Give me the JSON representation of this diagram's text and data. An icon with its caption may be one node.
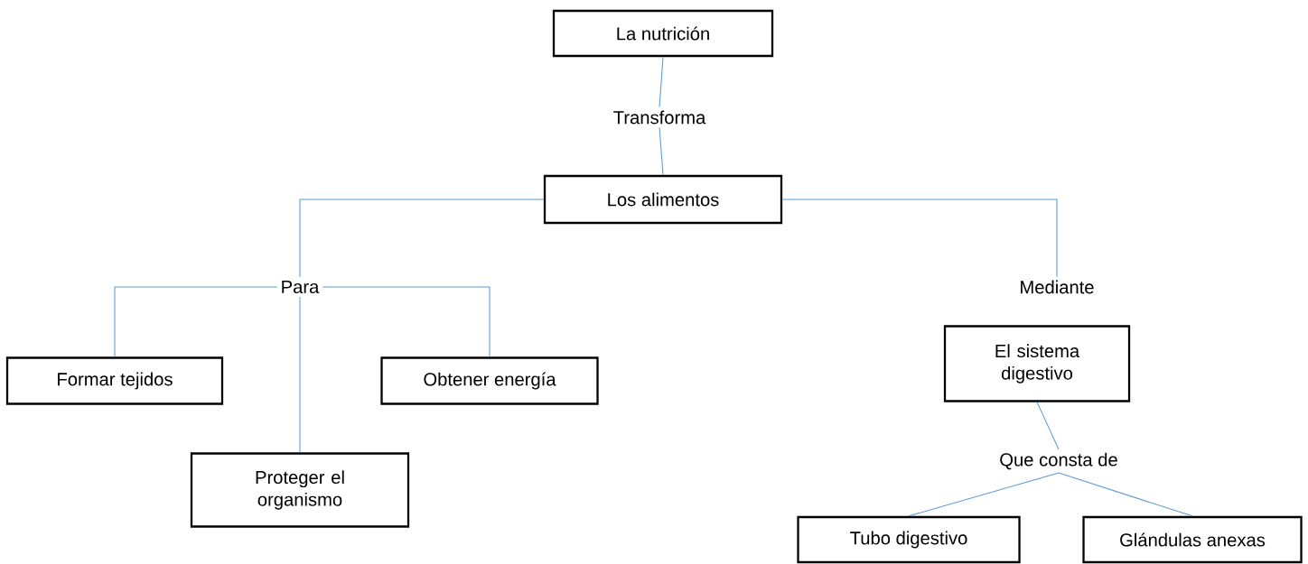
{
  "diagram": {
    "nodes": [
      {
        "text": [
          "La nutrición"
        ]
      },
      {
        "text": [
          "Transforma"
        ]
      },
      {
        "text": [
          "Los alimentos"
        ]
      },
      {
        "text": [
          "Para"
        ]
      },
      {
        "text": [
          "Mediante"
        ]
      },
      {
        "text": [
          "Formar tejidos"
        ]
      },
      {
        "text": [
          "Obtener energía"
        ]
      },
      {
        "text": [
          "El sistema digestivo"
        ]
      },
      {
        "text": [
          "Proteger el organismo"
        ]
      },
      {
        "text": [
          "Que consta de"
        ]
      },
      {
        "text": [
          "Tubo digestivo"
        ]
      },
      {
        "text": [
          "Glándulas anexas"
        ]
      }
    ],
    "edges": [
      {
        "from": 0,
        "to": 1,
        "arrow": "none"
      },
      {
        "from": 1,
        "to": 2,
        "arrow": "none"
      },
      {
        "from": 2,
        "to": 3,
        "arrow": "none"
      },
      {
        "from": 3,
        "to": 5,
        "arrow": "none"
      },
      {
        "from": 3,
        "to": 8,
        "arrow": "none"
      },
      {
        "from": 3,
        "to": 6,
        "arrow": "none"
      },
      {
        "from": 2,
        "to": 4,
        "arrow": "none"
      },
      {
        "from": 7,
        "to": 9,
        "arrow": "none"
      },
      {
        "from": 9,
        "to": 10,
        "arrow": "none"
      },
      {
        "from": 9,
        "to": 11,
        "arrow": "none"
      }
    ]
  }
}
